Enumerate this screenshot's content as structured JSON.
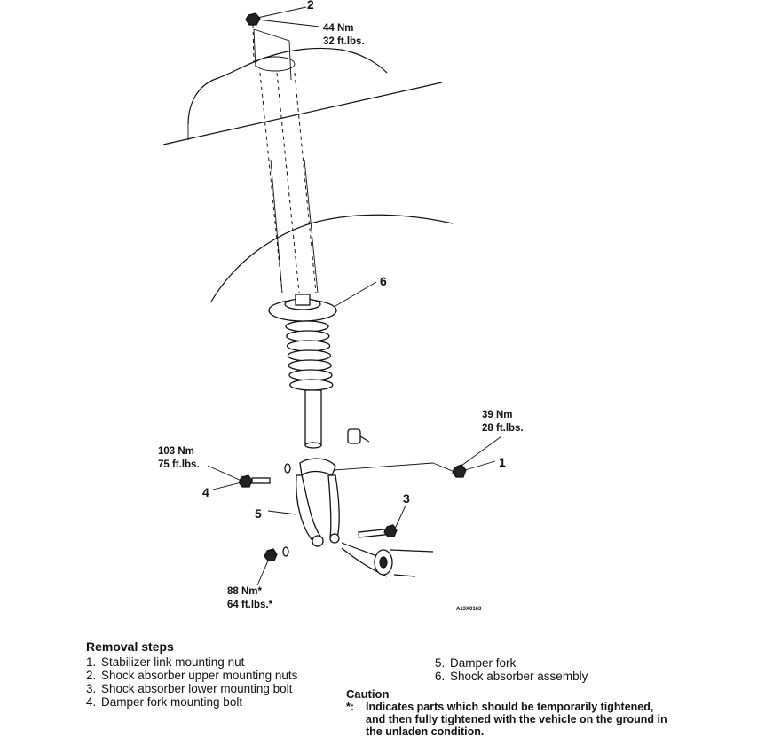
{
  "diagram": {
    "callouts": {
      "c1": "1",
      "c2": "2",
      "c3": "3",
      "c4": "4",
      "c5": "5",
      "c6": "6"
    },
    "torques": {
      "upper": [
        "44 Nm",
        "32 ft.lbs."
      ],
      "stabilizer": [
        "39 Nm",
        "28 ft.lbs."
      ],
      "fork_bolt": [
        "103 Nm",
        "75 ft.lbs."
      ],
      "lower": [
        "88 Nm*",
        "64 ft.lbs.*"
      ]
    },
    "figure_code": "A13X0163"
  },
  "legend": {
    "title": "Removal steps",
    "left": [
      {
        "num": "1.",
        "text": "Stabilizer link mounting nut"
      },
      {
        "num": "2.",
        "text": "Shock absorber upper mounting nuts"
      },
      {
        "num": "3.",
        "text": "Shock absorber lower mounting bolt"
      },
      {
        "num": "4.",
        "text": "Damper fork mounting bolt"
      }
    ],
    "right": [
      {
        "num": "5.",
        "text": "Damper fork"
      },
      {
        "num": "6.",
        "text": "Shock absorber assembly"
      }
    ]
  },
  "caution": {
    "title": "Caution",
    "mark": "*:",
    "text": "Indicates parts which should be temporarily tightened, and then fully tightened with the vehicle on the ground in the unladen condition."
  }
}
